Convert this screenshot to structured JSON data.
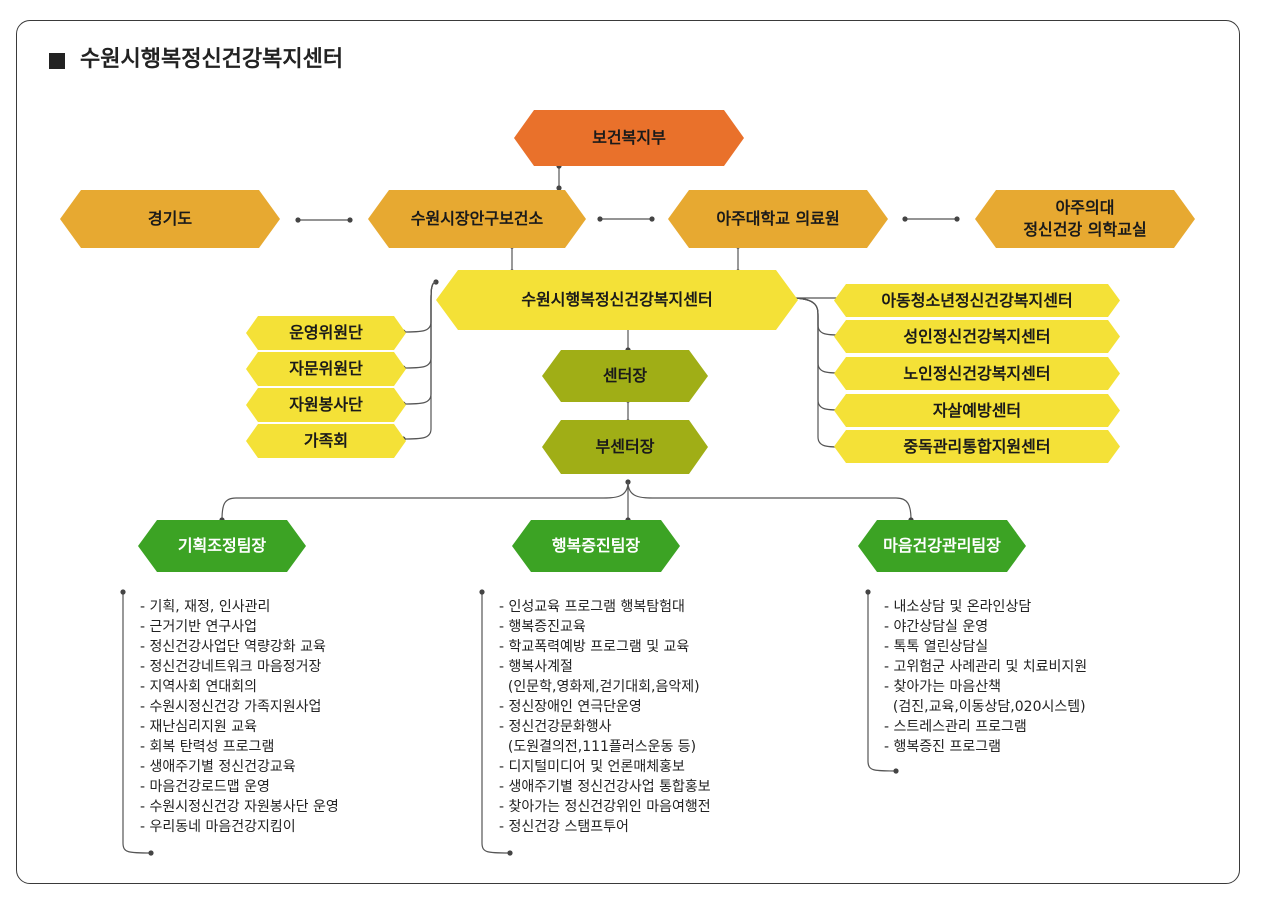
{
  "page_title": "수원시행복정신건강복지센터",
  "colors": {
    "ministry": "#E9712B",
    "top_row": "#E7A931",
    "center": "#F4E137",
    "director": "#A0AE16",
    "team": "#3CA324",
    "team_text": "#ffffff",
    "dark_text": "#1a1a1a",
    "wire": "#555555"
  },
  "nodes": {
    "ministry": "보건복지부",
    "gyeonggi": "경기도",
    "health_center": "수원시장안구보건소",
    "ajou_hospital": "아주대학교  의료원",
    "ajou_psych_1": "아주의대",
    "ajou_psych_2": "정신건강  의학교실",
    "center": "수원시행복정신건강복지센터",
    "director": "센터장",
    "vice_director": "부센터장"
  },
  "left_committees": [
    "운영위원단",
    "자문위원단",
    "자원봉사단",
    "가족회"
  ],
  "right_centers": [
    "아동청소년정신건강복지센터",
    "성인정신건강복지센터",
    "노인정신건강복지센터",
    "자살예방센터",
    "중독관리통합지원센터"
  ],
  "teams": [
    {
      "name": "기획조정팀장",
      "duties": [
        "- 기획, 재정, 인사관리",
        "- 근거기반 연구사업",
        "- 정신건강사업단 역량강화 교육",
        "- 정신건강네트워크 마음정거장",
        "- 지역사회 연대회의",
        "- 수원시정신건강 가족지원사업",
        "- 재난심리지원 교육",
        "- 회복 탄력성 프로그램",
        "- 생애주기별 정신건강교육",
        "- 마음건강로드맵 운영",
        "- 수원시정신건강 자원봉사단 운영",
        "- 우리동네 마음건강지킴이"
      ]
    },
    {
      "name": "행복증진팀장",
      "duties": [
        "- 인성교육 프로그램 행복탐험대",
        "- 행복증진교육",
        "- 학교폭력예방 프로그램 및 교육",
        "- 행복사계절",
        "  (인문학,영화제,걷기대회,음악제)",
        "- 정신장애인 연극단운영",
        "- 정신건강문화행사",
        "  (도원결의전,111플러스운동 등)",
        "- 디지털미디어 및 언론매체홍보",
        "- 생애주기별 정신건강사업 통합홍보",
        "- 찾아가는 정신건강위인 마음여행전",
        "- 정신건강 스탬프투어"
      ]
    },
    {
      "name": "마음건강관리팀장",
      "duties": [
        "- 내소상담 및 온라인상담",
        "- 야간상담실 운영",
        "- 톡톡 열린상담실",
        "- 고위험군 사례관리 및 치료비지원",
        "- 찾아가는 마음산책",
        "  (검진,교육,이동상담,020시스템)",
        "- 스트레스관리 프로그램",
        "- 행복증진 프로그램"
      ]
    }
  ]
}
